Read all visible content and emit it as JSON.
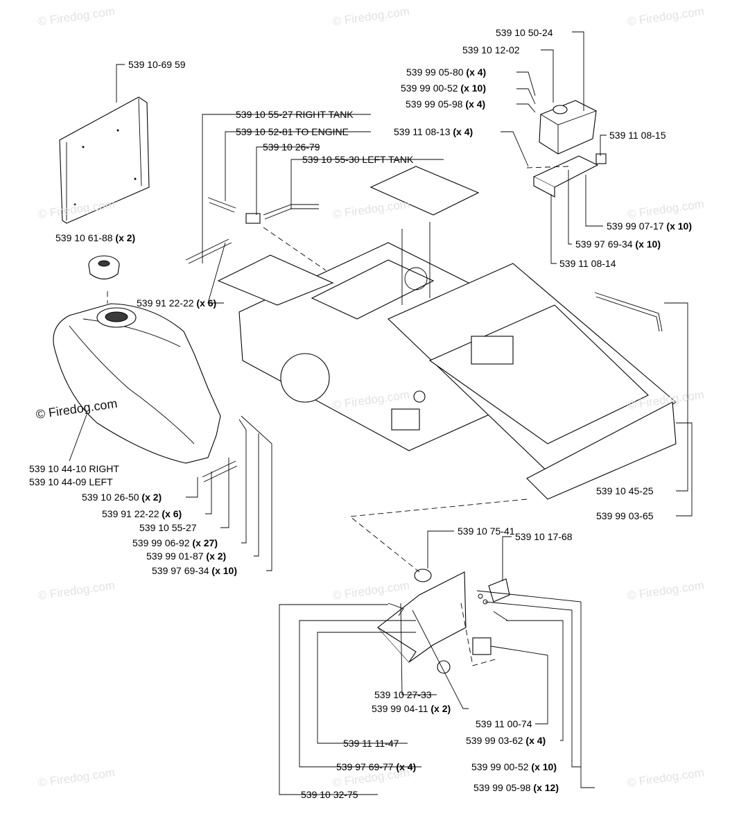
{
  "watermark": "© Firedog.com",
  "labels": {
    "l01": {
      "code": "539 10-69 59",
      "qty": ""
    },
    "l02": {
      "code": "539 10 50-24",
      "qty": ""
    },
    "l03": {
      "code": "539 10 12-02",
      "qty": ""
    },
    "l04": {
      "code": "539 99 05-80",
      "qty": "(x 4)"
    },
    "l05": {
      "code": "539 99 00-52",
      "qty": "(x 10)"
    },
    "l06": {
      "code": "539 99 05-98",
      "qty": "(x 4)"
    },
    "l07": {
      "code": "539 10 55-27 RIGHT TANK",
      "qty": ""
    },
    "l08": {
      "code": "539 10 52-81 TO ENGINE",
      "qty": ""
    },
    "l09": {
      "code": "539 10 26-79",
      "qty": ""
    },
    "l10": {
      "code": "539 10 55-30 LEFT TANK",
      "qty": ""
    },
    "l11": {
      "code": "539 11 08-13",
      "qty": "(x 4)"
    },
    "l12": {
      "code": "539 11 08-15",
      "qty": ""
    },
    "l13": {
      "code": "539 10 61-88",
      "qty": "(x 2)"
    },
    "l14": {
      "code": "539 99 07-17",
      "qty": "(x 10)"
    },
    "l15": {
      "code": "539 97 69-34",
      "qty": "(x 10)"
    },
    "l16": {
      "code": "539 11 08-14",
      "qty": ""
    },
    "l17": {
      "code": "539 91 22-22",
      "qty": "(x 6)"
    },
    "l18": {
      "code": "539 10 44-10 RIGHT",
      "qty": ""
    },
    "l19": {
      "code": "539 10 44-09 LEFT",
      "qty": ""
    },
    "l20": {
      "code": "539 10 26-50",
      "qty": "(x 2)"
    },
    "l21": {
      "code": "539 91 22-22",
      "qty": "(x 6)"
    },
    "l22": {
      "code": "539 10 55-27",
      "qty": ""
    },
    "l23": {
      "code": "539 99 06-92",
      "qty": "(x 27)"
    },
    "l24": {
      "code": "539 99 01-87",
      "qty": "(x 2)"
    },
    "l25": {
      "code": "539 97 69-34",
      "qty": "(x 10)"
    },
    "l26": {
      "code": "539 10 45-25",
      "qty": ""
    },
    "l27": {
      "code": "539 99 03-65",
      "qty": ""
    },
    "l28": {
      "code": "539 10 75-41",
      "qty": ""
    },
    "l29": {
      "code": "539 10 17-68",
      "qty": ""
    },
    "l30": {
      "code": "539 10 27-33",
      "qty": ""
    },
    "l31": {
      "code": "539 99 04-11",
      "qty": "(x 2)"
    },
    "l32": {
      "code": "539 11 00-74",
      "qty": ""
    },
    "l33": {
      "code": "539 11 11-47",
      "qty": ""
    },
    "l34": {
      "code": "539 99 03-62",
      "qty": "(x 4)"
    },
    "l35": {
      "code": "539 97 69-77",
      "qty": "(x 4)"
    },
    "l36": {
      "code": "539 99 00-52",
      "qty": "(x 10)"
    },
    "l37": {
      "code": "539 99 05-98",
      "qty": "(x 12)"
    },
    "l38": {
      "code": "539 10 32-75",
      "qty": ""
    }
  }
}
